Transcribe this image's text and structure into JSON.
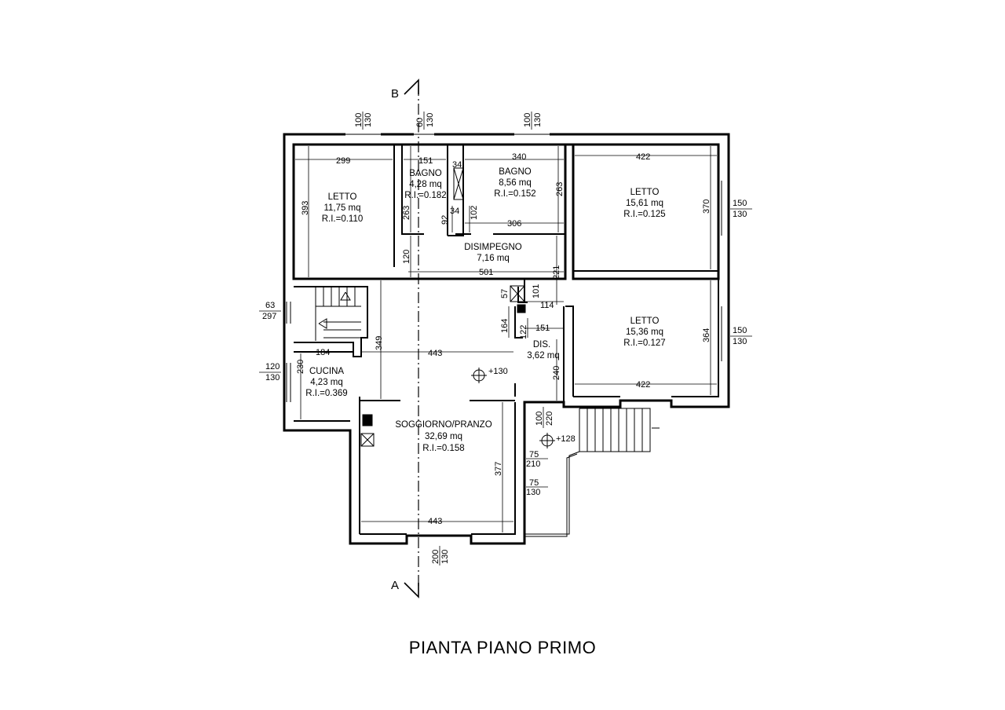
{
  "title": "PIANTA PIANO PRIMO",
  "sections": {
    "top": "B",
    "bottom": "A"
  },
  "rooms": [
    {
      "id": "letto-1",
      "name": "LETTO",
      "area": "11,75 mq",
      "ri": "R.I.=0.110"
    },
    {
      "id": "bagno-1",
      "name": "BAGNO",
      "area": "4,28 mq",
      "ri": "R.I.=0.182"
    },
    {
      "id": "bagno-2",
      "name": "BAGNO",
      "area": "8,56 mq",
      "ri": "R.I.=0.152"
    },
    {
      "id": "letto-2",
      "name": "LETTO",
      "area": "15,61 mq",
      "ri": "R.I.=0.125"
    },
    {
      "id": "disimpegno",
      "name": "DISIMPEGNO",
      "area": "7,16 mq",
      "ri": ""
    },
    {
      "id": "letto-3",
      "name": "LETTO",
      "area": "15,36 mq",
      "ri": "R.I.=0.127"
    },
    {
      "id": "dis",
      "name": "DIS.",
      "area": "3,62 mq",
      "ri": ""
    },
    {
      "id": "cucina",
      "name": "CUCINA",
      "area": "4,23 mq",
      "ri": "R.I.=0.369"
    },
    {
      "id": "soggiorno",
      "name": "SOGGIORNO/PRANZO",
      "area": "32,69 mq",
      "ri": "R.I.=0.158"
    }
  ],
  "dimensions": {
    "d299": "299",
    "d151": "151",
    "d34a": "34",
    "d34b": "34",
    "d340": "340",
    "d422a": "422",
    "d393": "393",
    "d263a": "263",
    "d92": "92",
    "d102": "102",
    "d306": "306",
    "d263b": "263",
    "d370": "370",
    "d120": "120",
    "d501": "501",
    "d221": "221",
    "d57": "57",
    "d101": "101",
    "d114": "114",
    "d164": "164",
    "d122": "122",
    "d151b": "151",
    "d349": "349",
    "d184": "184",
    "d443a": "443",
    "d230": "230",
    "d364": "364",
    "d240": "240",
    "d422b": "422",
    "d377": "377",
    "d443b": "443"
  },
  "openings": {
    "top_1": {
      "w": "100",
      "h": "130"
    },
    "top_2": {
      "w": "60",
      "h": "130"
    },
    "top_3": {
      "w": "100",
      "h": "130"
    },
    "right_1": {
      "w": "150",
      "h": "130"
    },
    "right_2": {
      "w": "150",
      "h": "130"
    },
    "left_1": {
      "w": "63",
      "h": "297"
    },
    "left_2": {
      "w": "120",
      "h": "130"
    },
    "door_1": {
      "w": "100",
      "h": "220"
    },
    "door_2": {
      "w": "75",
      "h": "210"
    },
    "door_3": {
      "w": "75",
      "h": "130"
    },
    "bottom_1": {
      "w": "200",
      "h": "130"
    }
  },
  "levels": {
    "interior": "+130",
    "terrace": "+128"
  }
}
